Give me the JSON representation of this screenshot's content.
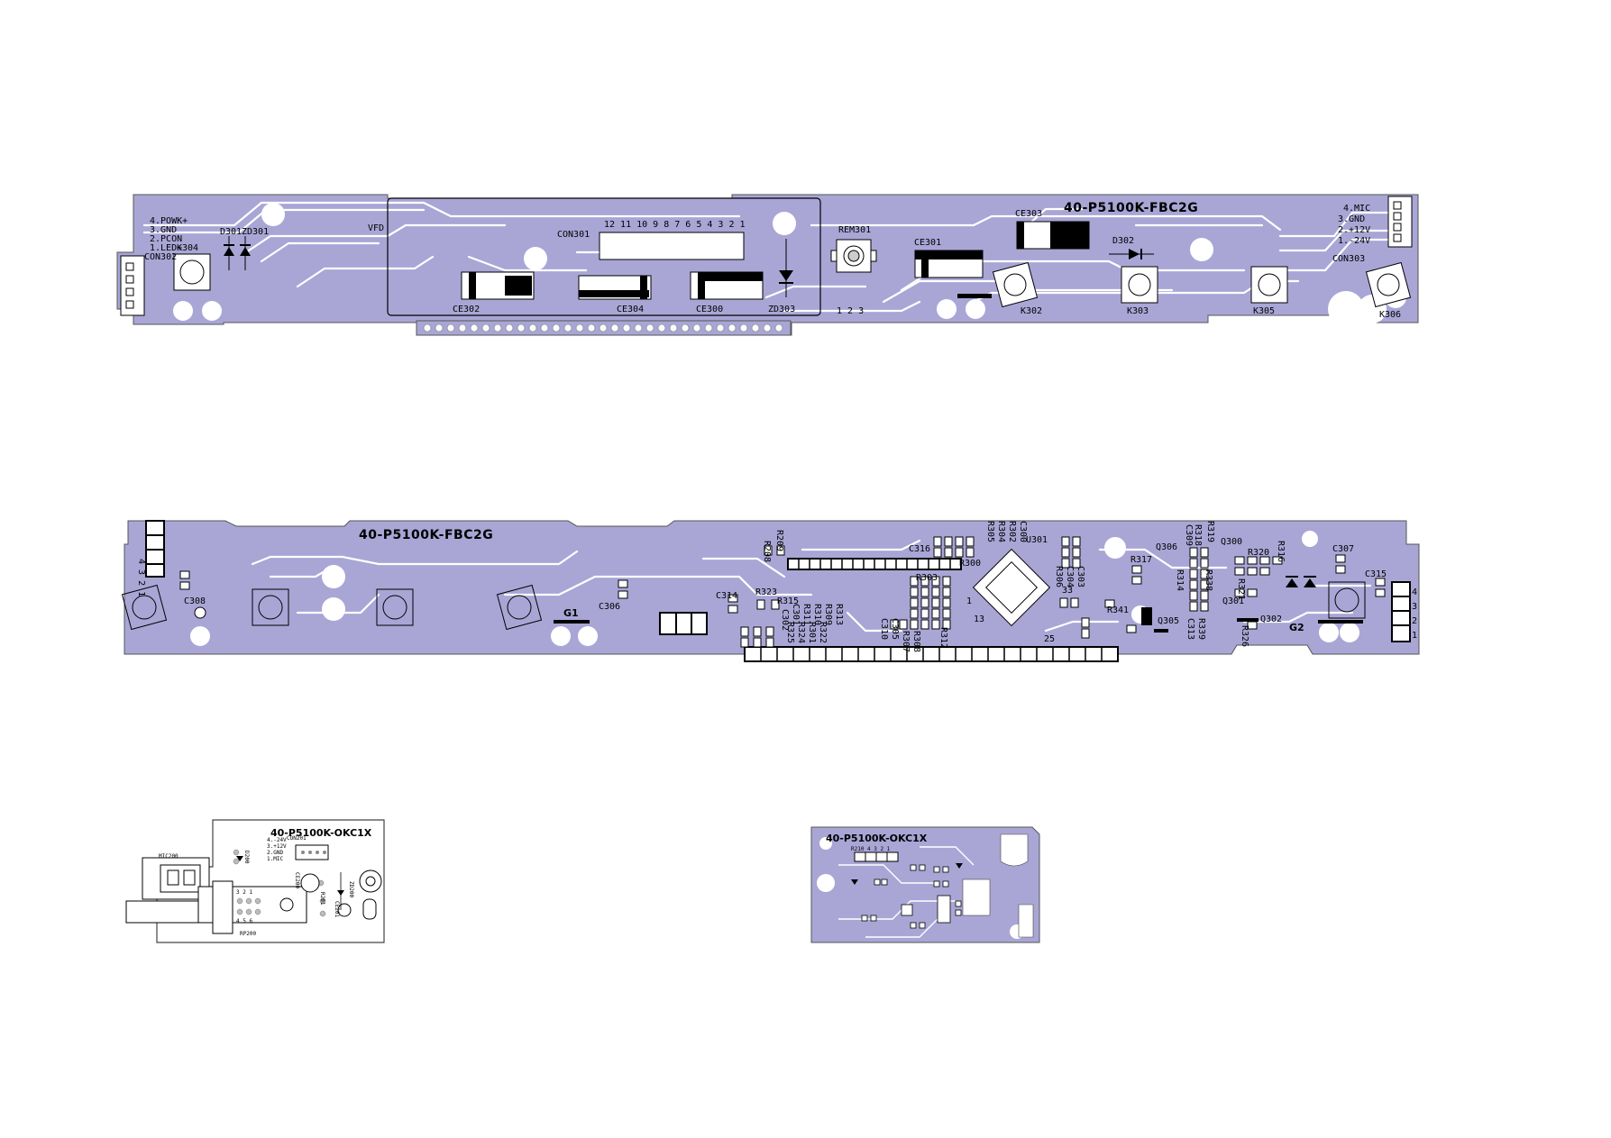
{
  "board_top": {
    "part_number": "40-P5100K-FBC2G",
    "vfd_label": "VFD",
    "connectors": {
      "con301": "CON301",
      "con301_pins": "12 11 10 9 8 7 6 5 4 3 2 1",
      "con302": "CON302",
      "con303": "CON303",
      "con302_pins": [
        "4.POWK+",
        "3.GND",
        "2.PCON",
        "1.LED+"
      ],
      "con303_pins": [
        "4.MIC",
        "3.GND",
        "2.+12V",
        "1.-24V"
      ]
    },
    "components": {
      "k304": "K304",
      "k302": "K302",
      "k303": "K303",
      "k305": "K305",
      "k306": "K306",
      "d301": "D301",
      "zd301": "ZD301",
      "d302": "D302",
      "zd303": "ZD303",
      "ce302": "CE302",
      "ce304": "CE304",
      "ce300": "CE300",
      "ce301": "CE301",
      "ce303": "CE303",
      "rem301": "REM301",
      "rem_pins": "1  2  3"
    }
  },
  "board_middle": {
    "part_number": "40-P5100K-FBC2G",
    "header_left": "4 3 2 1",
    "g1": "G1",
    "g2": "G2",
    "components": {
      "c308": "C308",
      "c306": "C306",
      "c314": "C314",
      "c316": "C316",
      "r323": "R323",
      "r315": "R315",
      "r208": "R208",
      "r209": "R209",
      "r300": "R300",
      "r303": "R303",
      "u301": "U301",
      "r305": "R305",
      "r304": "R304",
      "r302": "R302",
      "c300": "C300",
      "r306": "R306",
      "c304": "C304",
      "c303": "C303",
      "r317": "R317",
      "q306": "Q306",
      "r314": "R314",
      "r341": "R341",
      "q305": "Q305",
      "c313": "C313",
      "r339": "R339",
      "r318": "R318",
      "r319": "R319",
      "c309": "C309",
      "q300": "Q300",
      "r316": "R316",
      "r320": "R320",
      "r321": "R321",
      "q301": "Q301",
      "q302": "Q302",
      "r326": "R326",
      "c307": "C307",
      "c315": "C315",
      "pin33": "33",
      "pin25": "25",
      "pin1": "1",
      "pin13": "13",
      "c305": "C305",
      "c310": "C310",
      "r313": "R313",
      "r309": "R309",
      "r307": "R307",
      "r308": "R308",
      "r312": "R312",
      "r310": "R310",
      "r311": "R311",
      "c301": "C301",
      "c302": "C302",
      "r301": "R301",
      "r324": "R324",
      "r322": "R322",
      "r325": "R325"
    },
    "header_right_pins": [
      "4",
      "3",
      "2",
      "1"
    ]
  },
  "board_mic": {
    "part_number": "40-P5100K-OKC1X",
    "mic200": "MIC200",
    "d200": "D200",
    "con201": "CON201",
    "con_pins": [
      "4.-24V",
      "3.+12V",
      "2.GND",
      "1.MIC"
    ],
    "ce200": "CE200",
    "r201": "R201",
    "zd200": "ZD200",
    "ce201": "CE201",
    "rp200": "RP200",
    "pin_row_a": "3 2 1",
    "pin_row_b": "4 5 6"
  },
  "board_small": {
    "part_number": "40-P5100K-OKC1X",
    "r210": "R210",
    "header_pins": "4 3 2 1"
  }
}
